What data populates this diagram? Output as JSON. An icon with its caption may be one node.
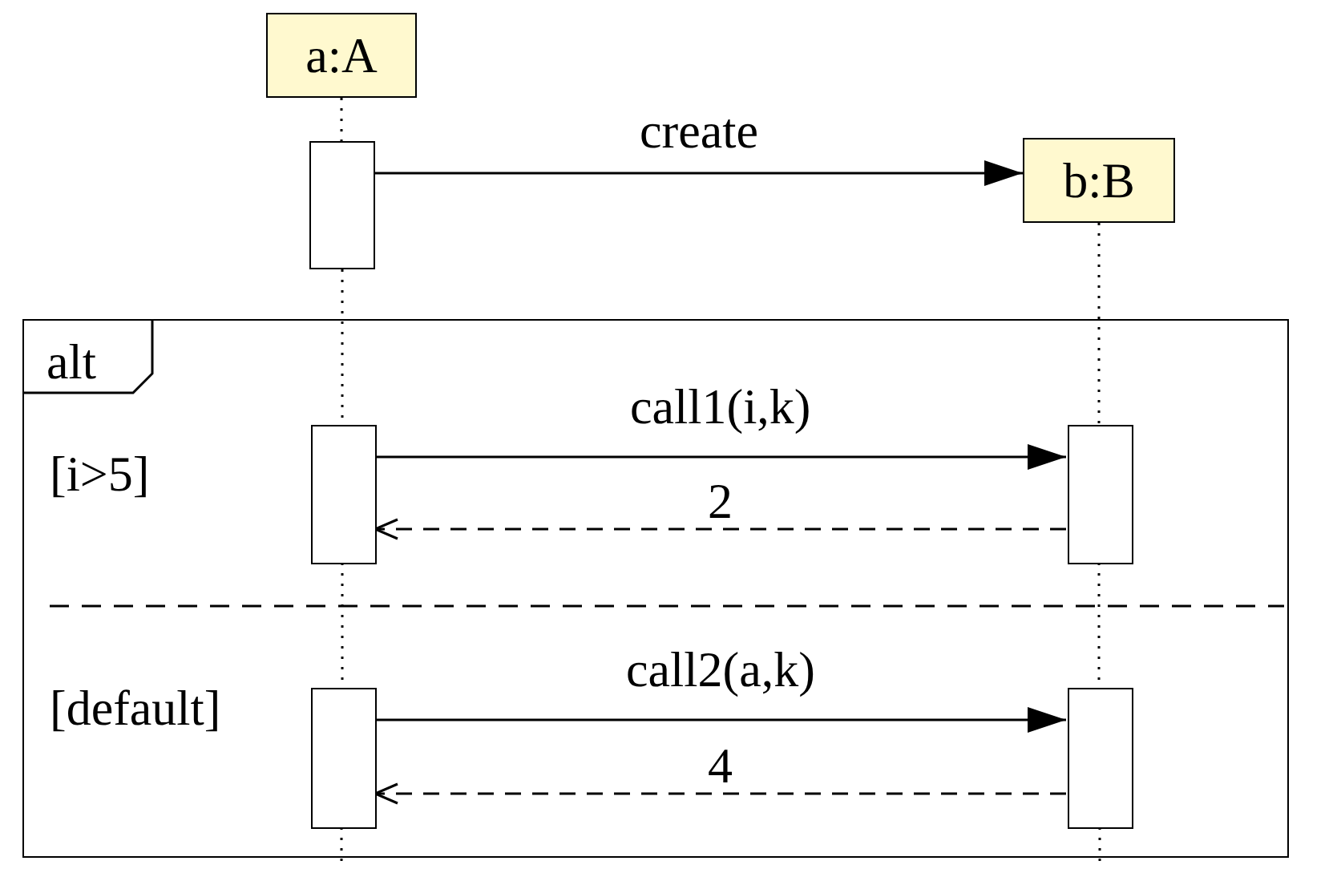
{
  "diagram": {
    "nodes": [
      {
        "text": [
          "a:A"
        ]
      },
      {
        "text": [],
        "shape": "box"
      },
      {
        "text": [
          "b:B"
        ]
      },
      {
        "text": [
          "alt",
          "[i>5]",
          "[default]"
        ]
      },
      {
        "text": [],
        "shape": "box",
        "in": 3
      },
      {
        "text": [],
        "shape": "box",
        "in": 3
      },
      {
        "text": [],
        "shape": "box",
        "in": 3
      },
      {
        "text": [],
        "shape": "box",
        "in": 3
      }
    ],
    "edges": [
      {
        "from": 1,
        "to": 2,
        "arrow": "to",
        "label": "create"
      },
      {
        "from": 4,
        "to": 5,
        "arrow": "to",
        "label": "call1(i,k)"
      },
      {
        "from": 5,
        "to": 4,
        "arrow": "to",
        "label": "2",
        "style": "dashed"
      },
      {
        "from": 6,
        "to": 7,
        "arrow": "to",
        "label": "call2(a,k)"
      },
      {
        "from": 7,
        "to": 6,
        "arrow": "to",
        "label": "4",
        "style": "dashed"
      },
      {
        "from": 0,
        "to": 1,
        "arrow": "none",
        "style": "dashed"
      },
      {
        "from": 1,
        "to": 4,
        "arrow": "none",
        "style": "dashed"
      },
      {
        "from": 4,
        "to": 6,
        "arrow": "none",
        "style": "dashed"
      },
      {
        "from": 2,
        "to": 5,
        "arrow": "none",
        "style": "dashed"
      },
      {
        "from": 5,
        "to": 7,
        "arrow": "none",
        "style": "dashed"
      }
    ]
  }
}
